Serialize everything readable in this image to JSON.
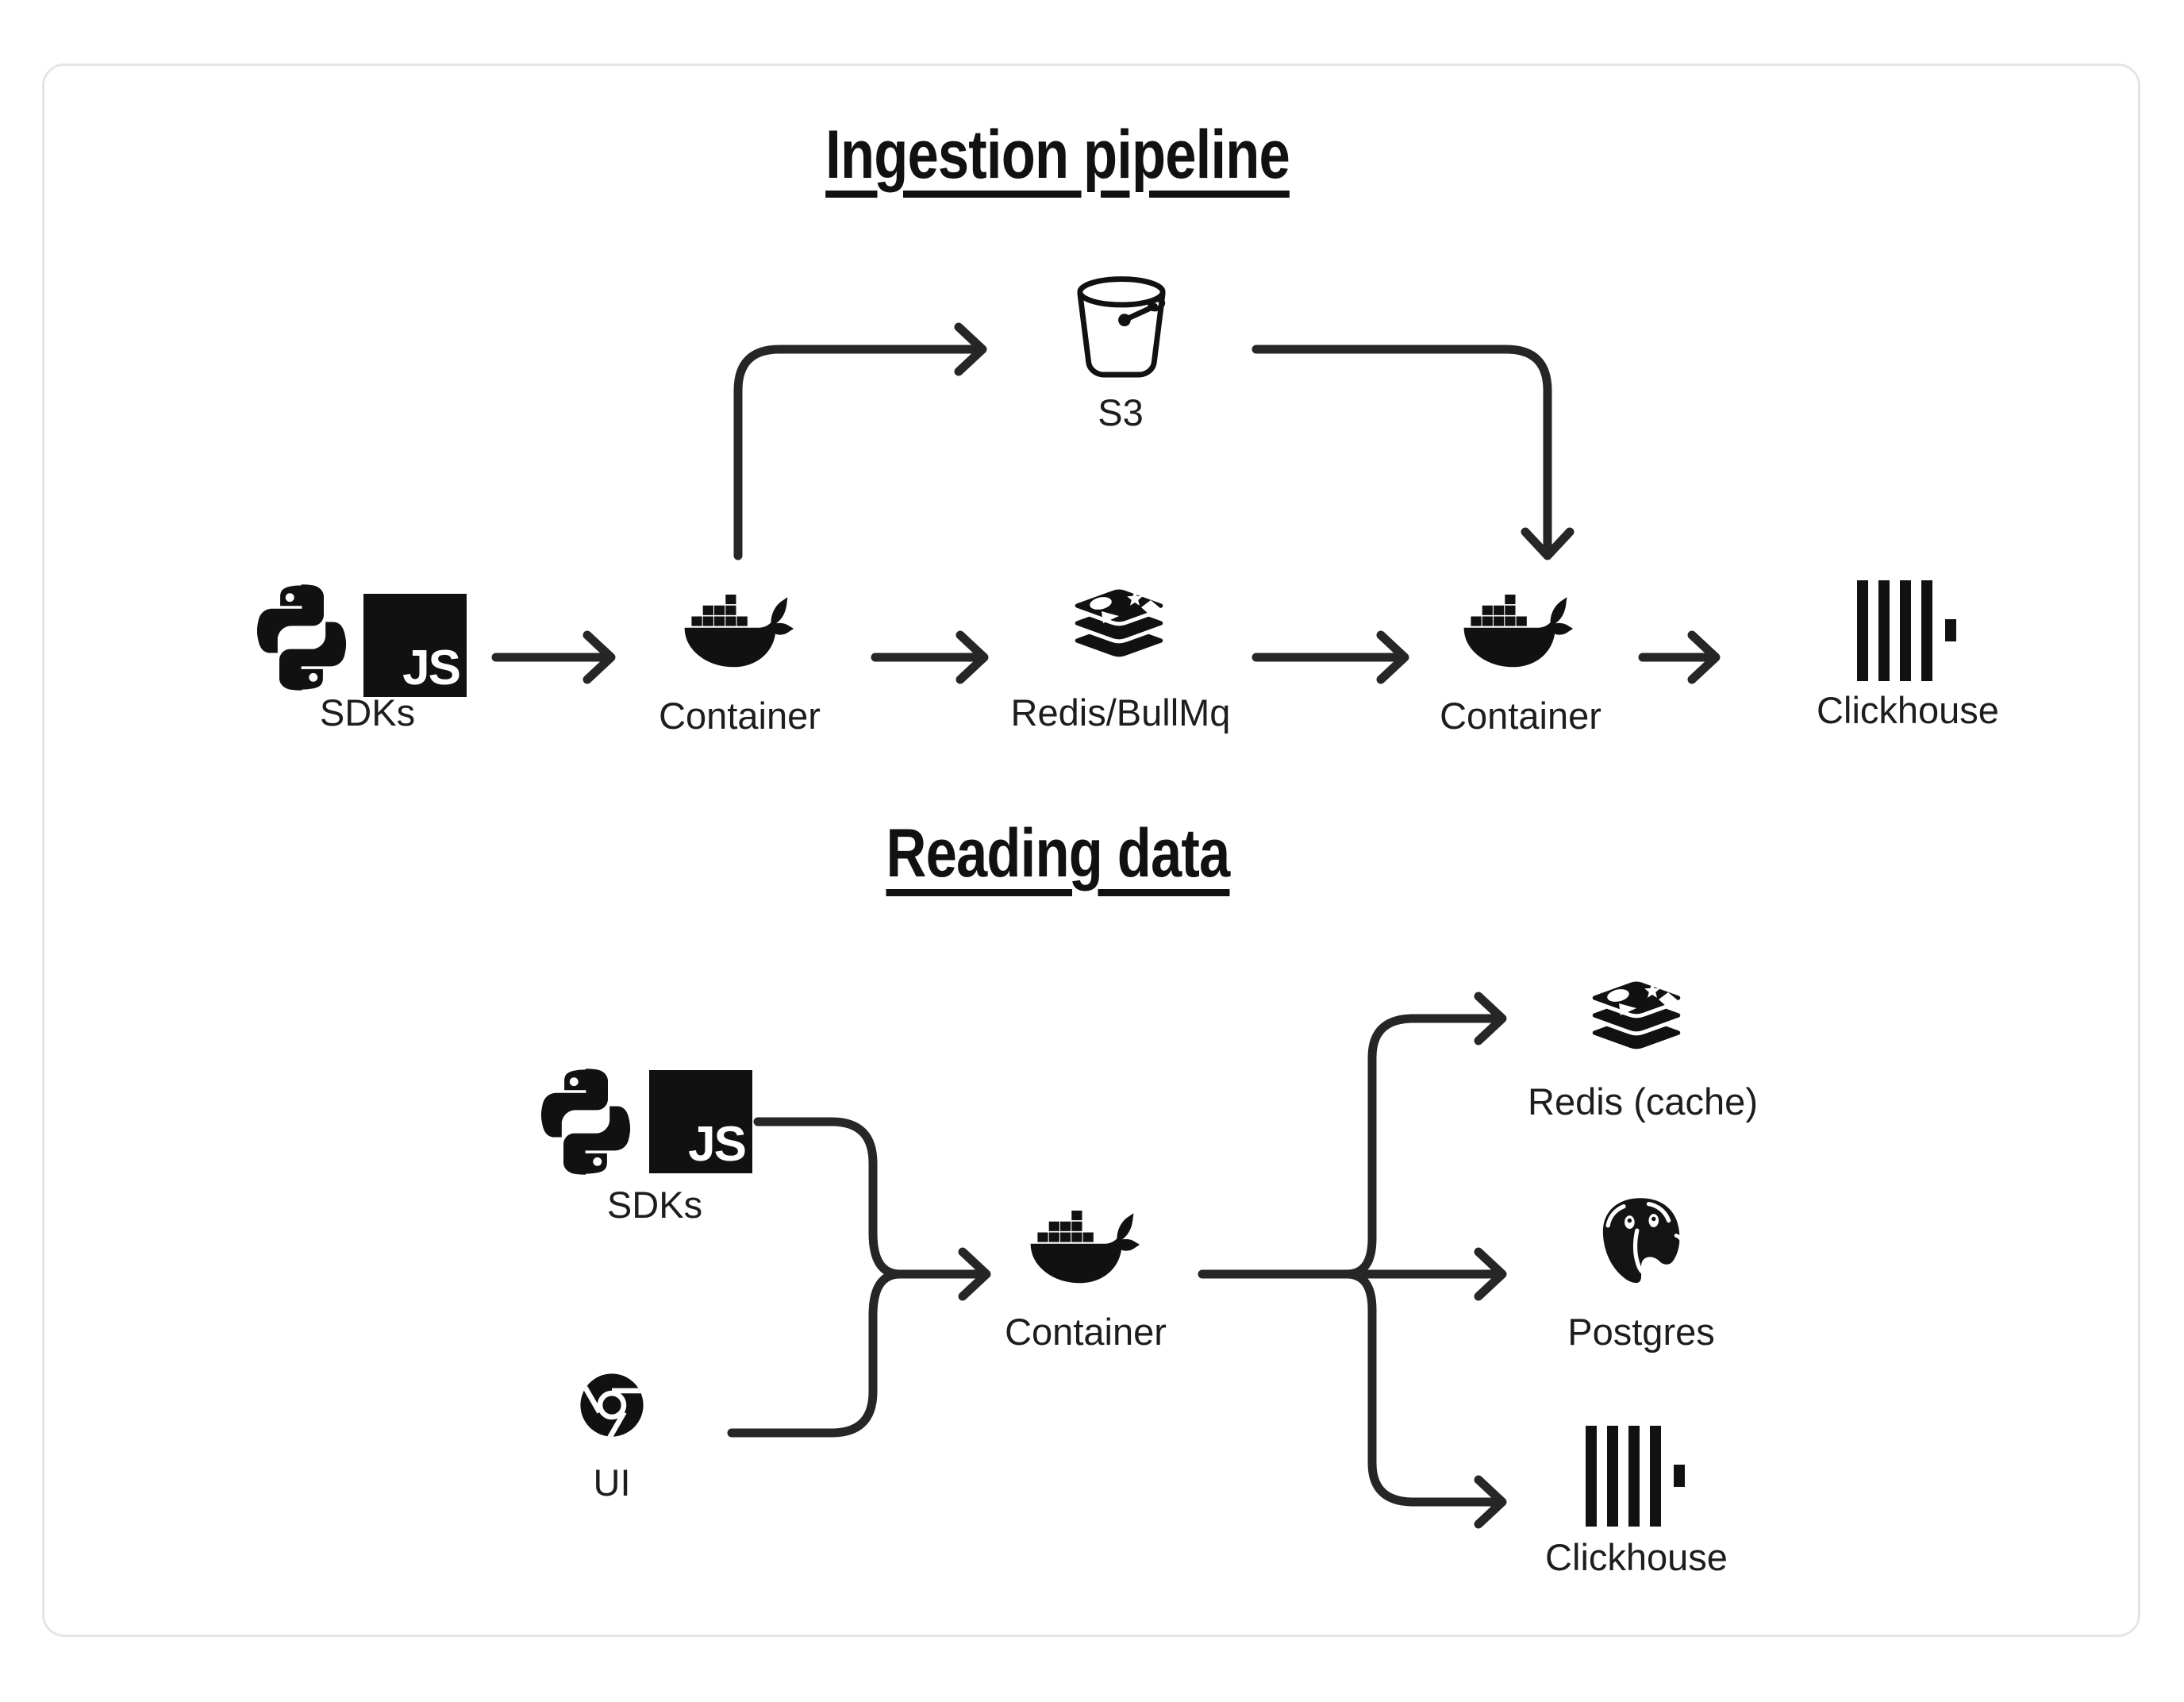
{
  "colors": {
    "background": "#ffffff",
    "card_border": "#e5e5e5",
    "ink": "#1d1d1d",
    "line": "#262626",
    "icon": "#111111"
  },
  "badges": {
    "js": "JS"
  },
  "ingestion": {
    "title": "Ingestion pipeline",
    "sdks_label": "SDKs",
    "container1_label": "Container",
    "queue_label": "Redis/BullMq",
    "container2_label": "Container",
    "clickhouse_label": "Clickhouse",
    "s3_label": "S3"
  },
  "reading": {
    "title": "Reading data",
    "sdks_label": "SDKs",
    "ui_label": "UI",
    "container_label": "Container",
    "redis_label": "Redis (cache)",
    "postgres_label": "Postgres",
    "clickhouse_label": "Clickhouse"
  }
}
